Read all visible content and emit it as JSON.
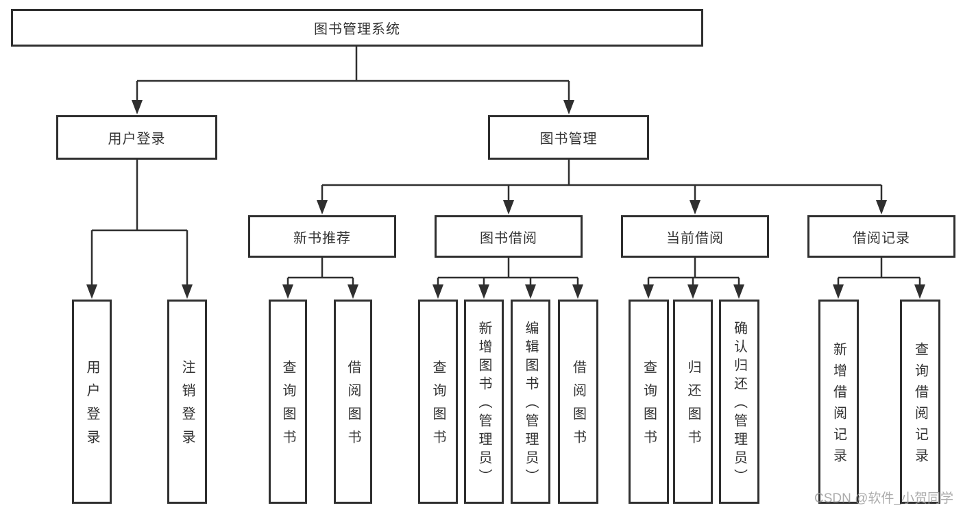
{
  "root": {
    "label": "图书管理系统"
  },
  "level2": [
    {
      "label": "用户登录"
    },
    {
      "label": "图书管理"
    }
  ],
  "level3": [
    {
      "label": "新书推荐"
    },
    {
      "label": "图书借阅"
    },
    {
      "label": "当前借阅"
    },
    {
      "label": "借阅记录"
    }
  ],
  "leaves": {
    "user_login": [
      "用户登录",
      "注销登录"
    ],
    "new_books": [
      "查询图书",
      "借阅图书"
    ],
    "book_borrow": [
      "查询图书",
      "新增图书（管理员）",
      "编辑图书（管理员）",
      "借阅图书"
    ],
    "current_borrow": [
      "查询图书",
      "归还图书",
      "确认归还（管理员）"
    ],
    "borrow_records": [
      "新增借阅记录",
      "查询借阅记录"
    ]
  },
  "watermark": {
    "text": "CSDN @软件_小贺同学",
    "color": "#9e9e9e"
  },
  "colors": {
    "line": "#2f2f2f",
    "box_border": "#2f2f2f",
    "box_fill": "#ffffff",
    "text": "#333333",
    "background": "#ffffff"
  }
}
